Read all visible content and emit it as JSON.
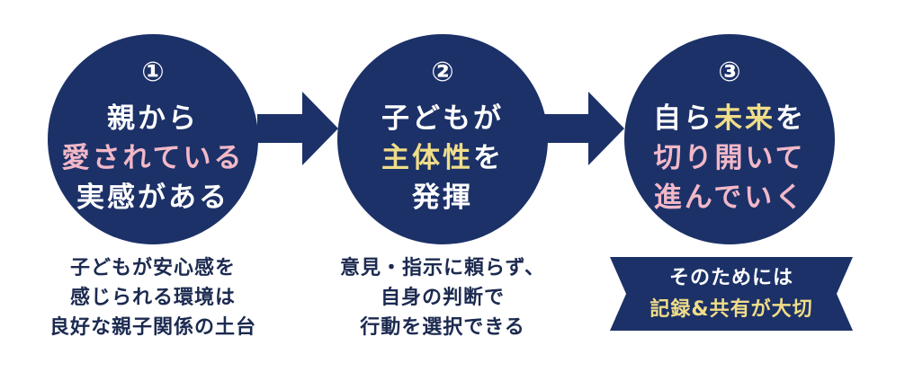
{
  "colors": {
    "navy": "#1c3168",
    "pink": "#f2b8c8",
    "gold": "#f0dd88",
    "text_dark": "#1c2a50"
  },
  "steps": [
    {
      "number": "①",
      "line1": "親から",
      "line2": "愛されている",
      "line3": "実感がある",
      "description": [
        "子どもが安心感を",
        "感じられる環境は",
        "良好な親子関係の土台"
      ]
    },
    {
      "number": "②",
      "line1": "子どもが",
      "line2_highlight": "主体性",
      "line2_rest": "を",
      "line3": "発揮",
      "description": [
        "意見・指示に頼らず、",
        "自身の判断で",
        "行動を選択できる"
      ]
    },
    {
      "number": "③",
      "line1_prefix": "自ら",
      "line1_highlight": "未来",
      "line1_suffix": "を",
      "line2": "切り開いて",
      "line3": "進んでいく"
    }
  ],
  "banner": {
    "line1": "そのためには",
    "line2": "記録&共有が大切"
  },
  "arrows": [
    {
      "icon": "right-arrow-icon"
    },
    {
      "icon": "right-arrow-icon"
    }
  ]
}
